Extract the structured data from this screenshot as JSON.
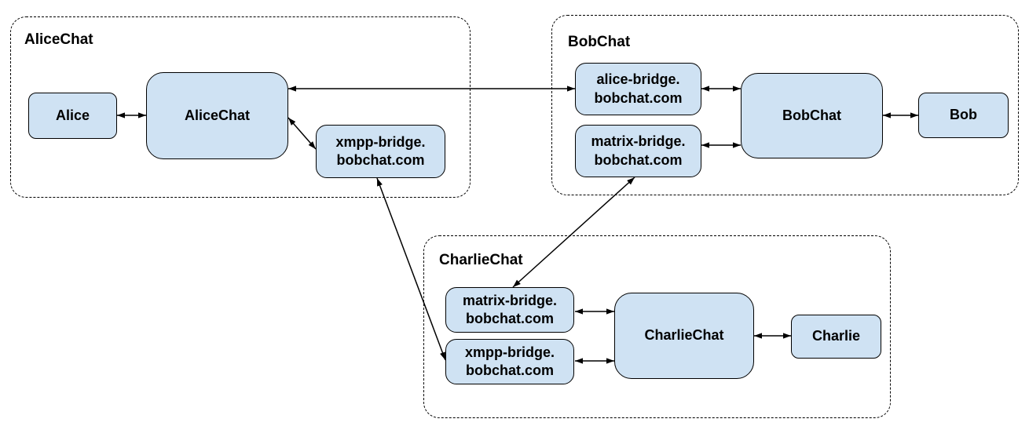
{
  "diagram_title": "",
  "groups": [
    {
      "id": "alicechat-network",
      "label": "AliceChat"
    },
    {
      "id": "bobchat-network",
      "label": "BobChat"
    },
    {
      "id": "charliechat-network",
      "label": "CharlieChat"
    }
  ],
  "nodes": [
    {
      "id": "alice",
      "group": "AliceChat",
      "label_lines": [
        "Alice"
      ]
    },
    {
      "id": "alicechat-server",
      "group": "AliceChat",
      "label_lines": [
        "AliceChat"
      ]
    },
    {
      "id": "alicechat-xmpp-bridge",
      "group": "AliceChat",
      "label_lines": [
        "xmpp-bridge.",
        "bobchat.com"
      ]
    },
    {
      "id": "bobchat-alice-bridge",
      "group": "BobChat",
      "label_lines": [
        "alice-bridge.",
        "bobchat.com"
      ]
    },
    {
      "id": "bobchat-matrix-bridge",
      "group": "BobChat",
      "label_lines": [
        "matrix-bridge.",
        "bobchat.com"
      ]
    },
    {
      "id": "bobchat-server",
      "group": "BobChat",
      "label_lines": [
        "BobChat"
      ]
    },
    {
      "id": "bob",
      "group": "BobChat",
      "label_lines": [
        "Bob"
      ]
    },
    {
      "id": "charliechat-matrix-bridge",
      "group": "CharlieChat",
      "label_lines": [
        "matrix-bridge.",
        "bobchat.com"
      ]
    },
    {
      "id": "charliechat-xmpp-bridge",
      "group": "CharlieChat",
      "label_lines": [
        "xmpp-bridge.",
        "bobchat.com"
      ]
    },
    {
      "id": "charliechat-server",
      "group": "CharlieChat",
      "label_lines": [
        "CharlieChat"
      ]
    },
    {
      "id": "charlie",
      "group": "CharlieChat",
      "label_lines": [
        "Charlie"
      ]
    }
  ],
  "edges": [
    {
      "from": "alice",
      "to": "alicechat-server",
      "direction": "bidirectional"
    },
    {
      "from": "alicechat-server",
      "to": "alicechat-xmpp-bridge",
      "direction": "bidirectional"
    },
    {
      "from": "alicechat-server",
      "to": "bobchat-alice-bridge",
      "direction": "bidirectional"
    },
    {
      "from": "bobchat-alice-bridge",
      "to": "bobchat-server",
      "direction": "bidirectional"
    },
    {
      "from": "bobchat-matrix-bridge",
      "to": "bobchat-server",
      "direction": "bidirectional"
    },
    {
      "from": "bobchat-server",
      "to": "bob",
      "direction": "bidirectional"
    },
    {
      "from": "bobchat-matrix-bridge",
      "to": "charliechat-matrix-bridge",
      "direction": "bidirectional"
    },
    {
      "from": "alicechat-xmpp-bridge",
      "to": "charliechat-xmpp-bridge",
      "direction": "bidirectional"
    },
    {
      "from": "charliechat-matrix-bridge",
      "to": "charliechat-server",
      "direction": "bidirectional"
    },
    {
      "from": "charliechat-xmpp-bridge",
      "to": "charliechat-server",
      "direction": "bidirectional"
    },
    {
      "from": "charliechat-server",
      "to": "charlie",
      "direction": "bidirectional"
    }
  ],
  "colors": {
    "node_fill": "#cfe2f3",
    "node_border": "#000000",
    "group_border": "#000000",
    "edge": "#000000",
    "background": "#ffffff",
    "text": "#000000"
  }
}
